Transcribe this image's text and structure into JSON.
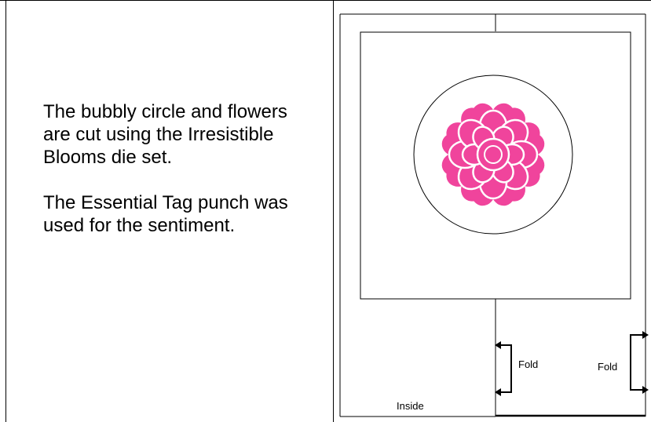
{
  "description": {
    "paragraph_1": "The bubbly circle and flowers are cut using the Irresistible Blooms die set.",
    "paragraph_2": "The Essential Tag punch was used for the sentiment."
  },
  "diagram": {
    "inside_label": "Inside",
    "fold_label_left": "Fold",
    "fold_label_right": "Fold",
    "flower_color": "#f0449c",
    "line_color": "#000000"
  }
}
